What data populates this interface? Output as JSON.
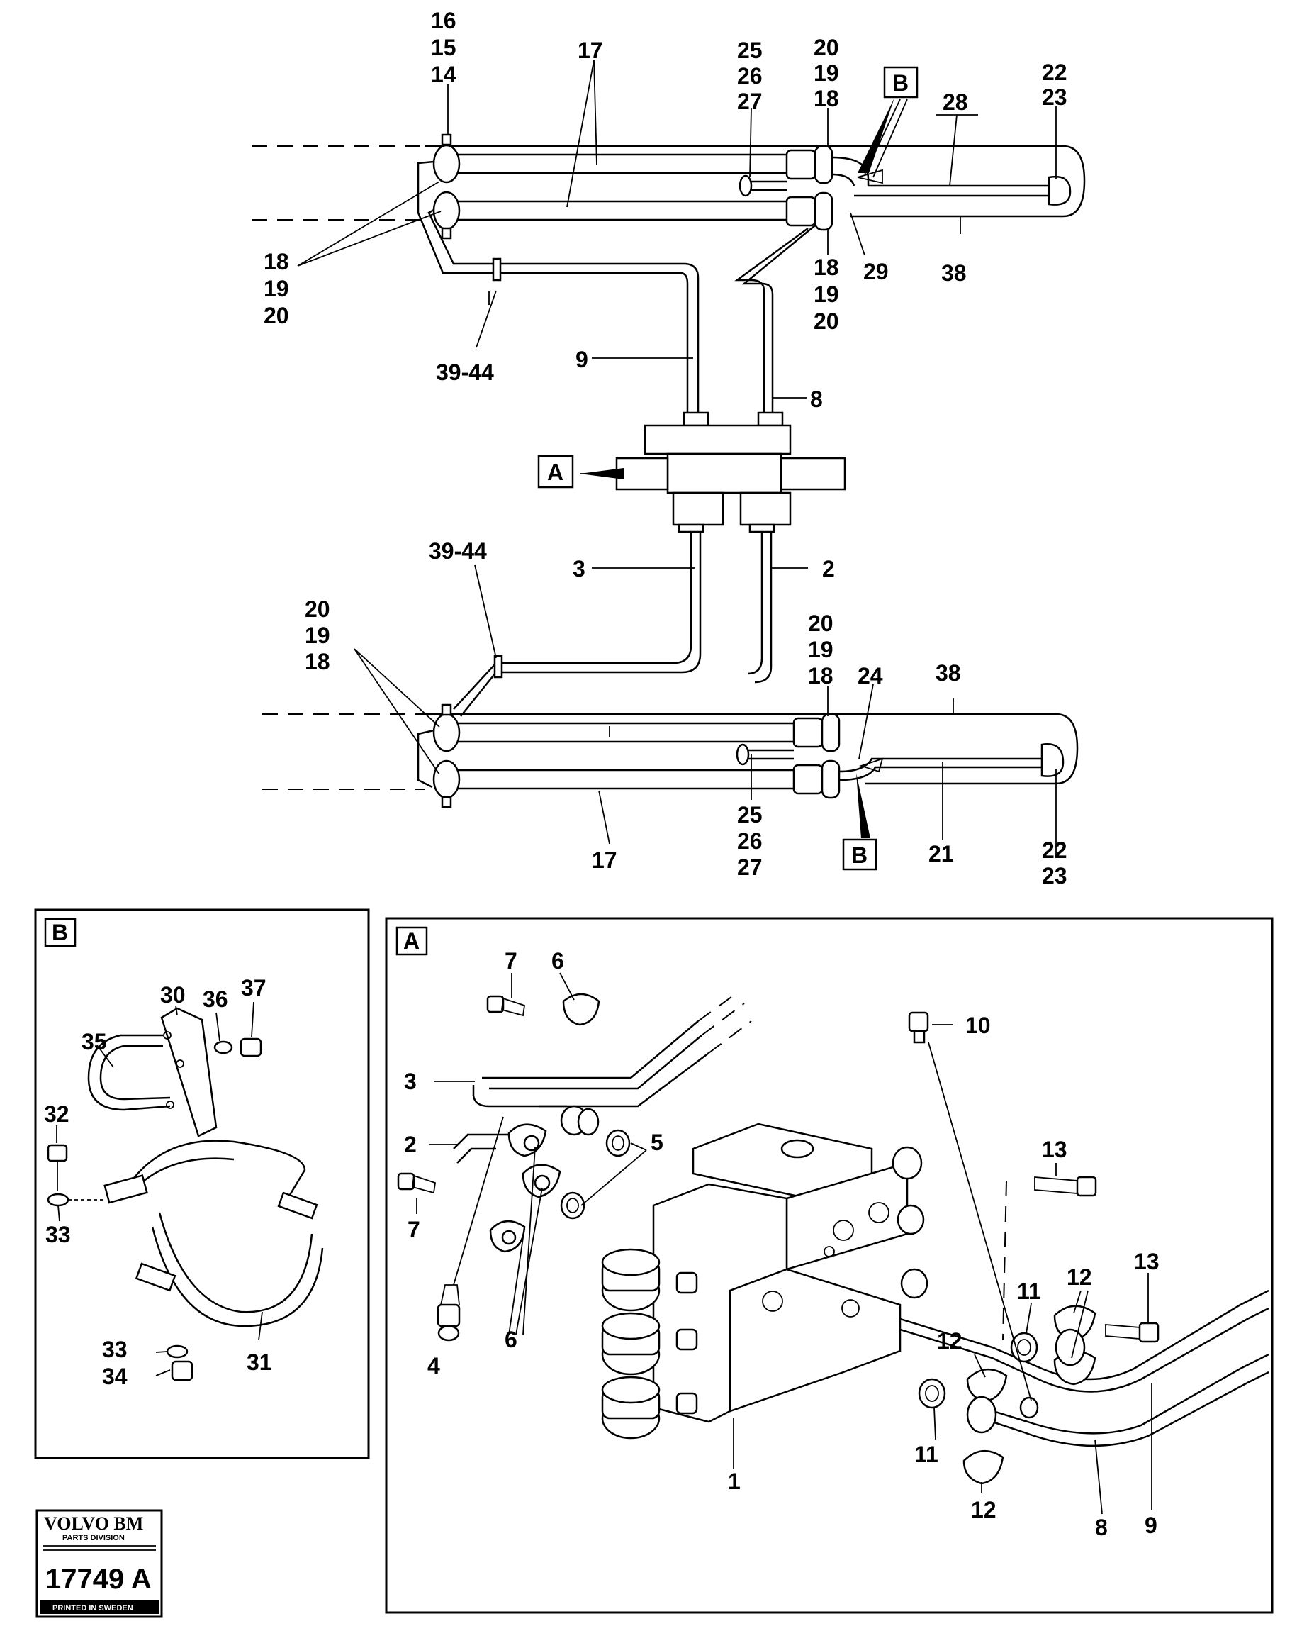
{
  "labels": {
    "top_16": "16",
    "top_15": "15",
    "top_14": "14",
    "top_17": "17",
    "top_25": "25",
    "top_26": "26",
    "top_27": "27",
    "top_20a": "20",
    "top_19a": "19",
    "top_18a": "18",
    "callout_b_top": "B",
    "top_28": "28",
    "top_22": "22",
    "top_23": "23",
    "left_18a": "18",
    "left_19a": "19",
    "left_20a": "20",
    "top_18b": "18",
    "top_19b": "19",
    "top_20b": "20",
    "top_29": "29",
    "top_38": "38",
    "top_3944": "39-44",
    "top_9": "9",
    "top_8": "8",
    "callout_a": "A",
    "bot_3944": "39-44",
    "bot_3": "3",
    "bot_2": "2",
    "left_20b": "20",
    "left_19b": "19",
    "left_18b": "18",
    "bot_20": "20",
    "bot_19": "19",
    "bot_18": "18",
    "bot_24": "24",
    "bot_38": "38",
    "bot_25": "25",
    "bot_26": "26",
    "bot_27": "27",
    "bot_17": "17",
    "callout_b_bot": "B",
    "bot_21": "21",
    "bot_22": "22",
    "bot_23": "23"
  },
  "detail_b": {
    "title": "B",
    "labels": {
      "p30": "30",
      "p36": "36",
      "p37": "37",
      "p35": "35",
      "p32": "32",
      "p33a": "33",
      "p33b": "33",
      "p34": "34",
      "p31": "31"
    }
  },
  "detail_a": {
    "title": "A",
    "labels": {
      "p7a": "7",
      "p6a": "6",
      "p10": "10",
      "p3": "3",
      "p2": "2",
      "p5": "5",
      "p13a": "13",
      "p7b": "7",
      "p13b": "13",
      "p12a": "12",
      "p11a": "11",
      "p6b": "6",
      "p4": "4",
      "p12b": "12",
      "p11b": "11",
      "p1": "1",
      "p12c": "12",
      "p8": "8",
      "p9": "9"
    }
  },
  "logo": {
    "brand": "VOLVO BM",
    "division": "PARTS DIVISION",
    "number": "17749 A",
    "printed": "PRINTED IN SWEDEN"
  }
}
